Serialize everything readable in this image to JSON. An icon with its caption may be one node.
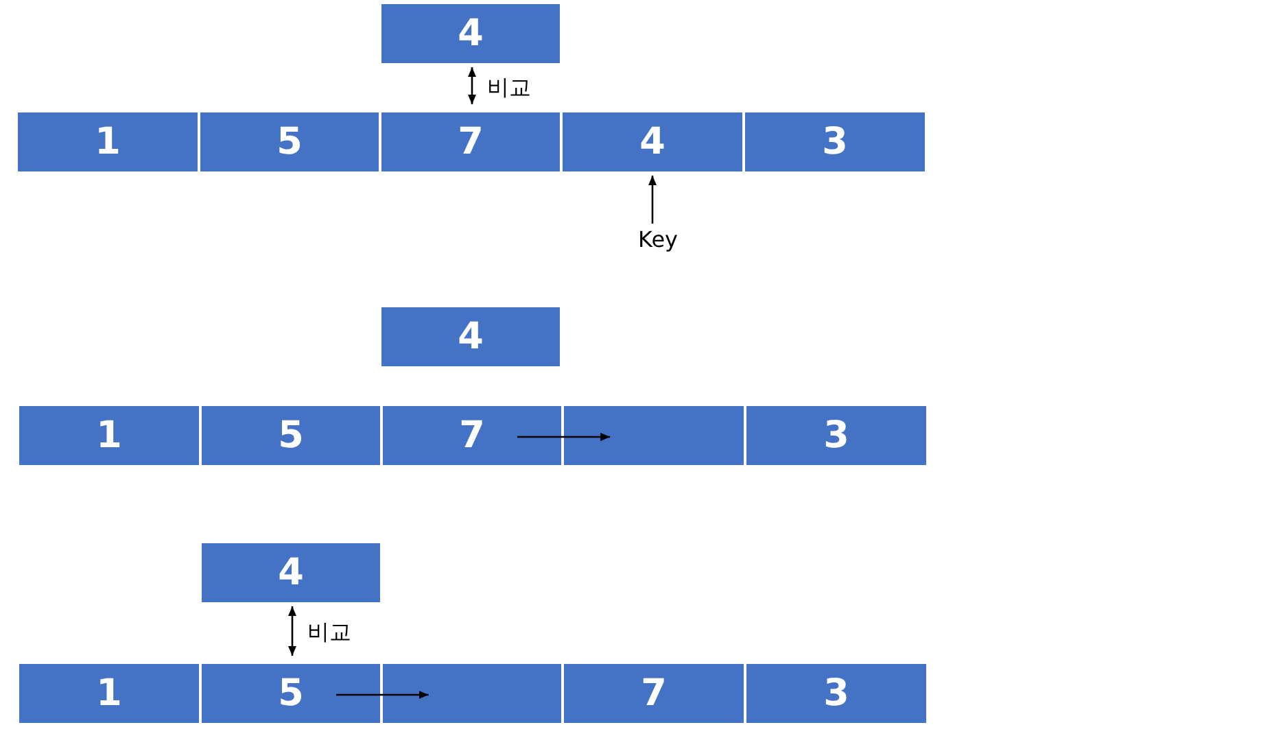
{
  "diagram": {
    "nodes": [
      {
        "text": [
          "4"
        ]
      },
      {
        "text": [
          "1"
        ]
      },
      {
        "text": [
          "5"
        ]
      },
      {
        "text": [
          "7"
        ]
      },
      {
        "text": [
          "4"
        ]
      },
      {
        "text": [
          "3"
        ]
      },
      {
        "text": [
          "Key"
        ]
      },
      {
        "text": [
          "4"
        ]
      },
      {
        "text": [
          "1"
        ]
      },
      {
        "text": [
          "5"
        ]
      },
      {
        "text": [
          "7"
        ]
      },
      {
        "text": [],
        "shape": "box"
      },
      {
        "text": [
          "3"
        ]
      },
      {
        "text": [
          "4"
        ]
      },
      {
        "text": [
          "1"
        ]
      },
      {
        "text": [
          "5"
        ]
      },
      {
        "text": [],
        "shape": "box"
      },
      {
        "text": [
          "7"
        ]
      },
      {
        "text": [
          "3"
        ]
      }
    ],
    "edges": [
      {
        "from": 0,
        "to": 3,
        "arrow": "both",
        "label": "비교"
      },
      {
        "from": 6,
        "to": 4,
        "arrow": "to"
      },
      {
        "from": 10,
        "to": 11,
        "arrow": "to"
      },
      {
        "from": 13,
        "to": 15,
        "arrow": "both",
        "label": "비교"
      },
      {
        "from": 15,
        "to": 16,
        "arrow": "to"
      }
    ]
  }
}
